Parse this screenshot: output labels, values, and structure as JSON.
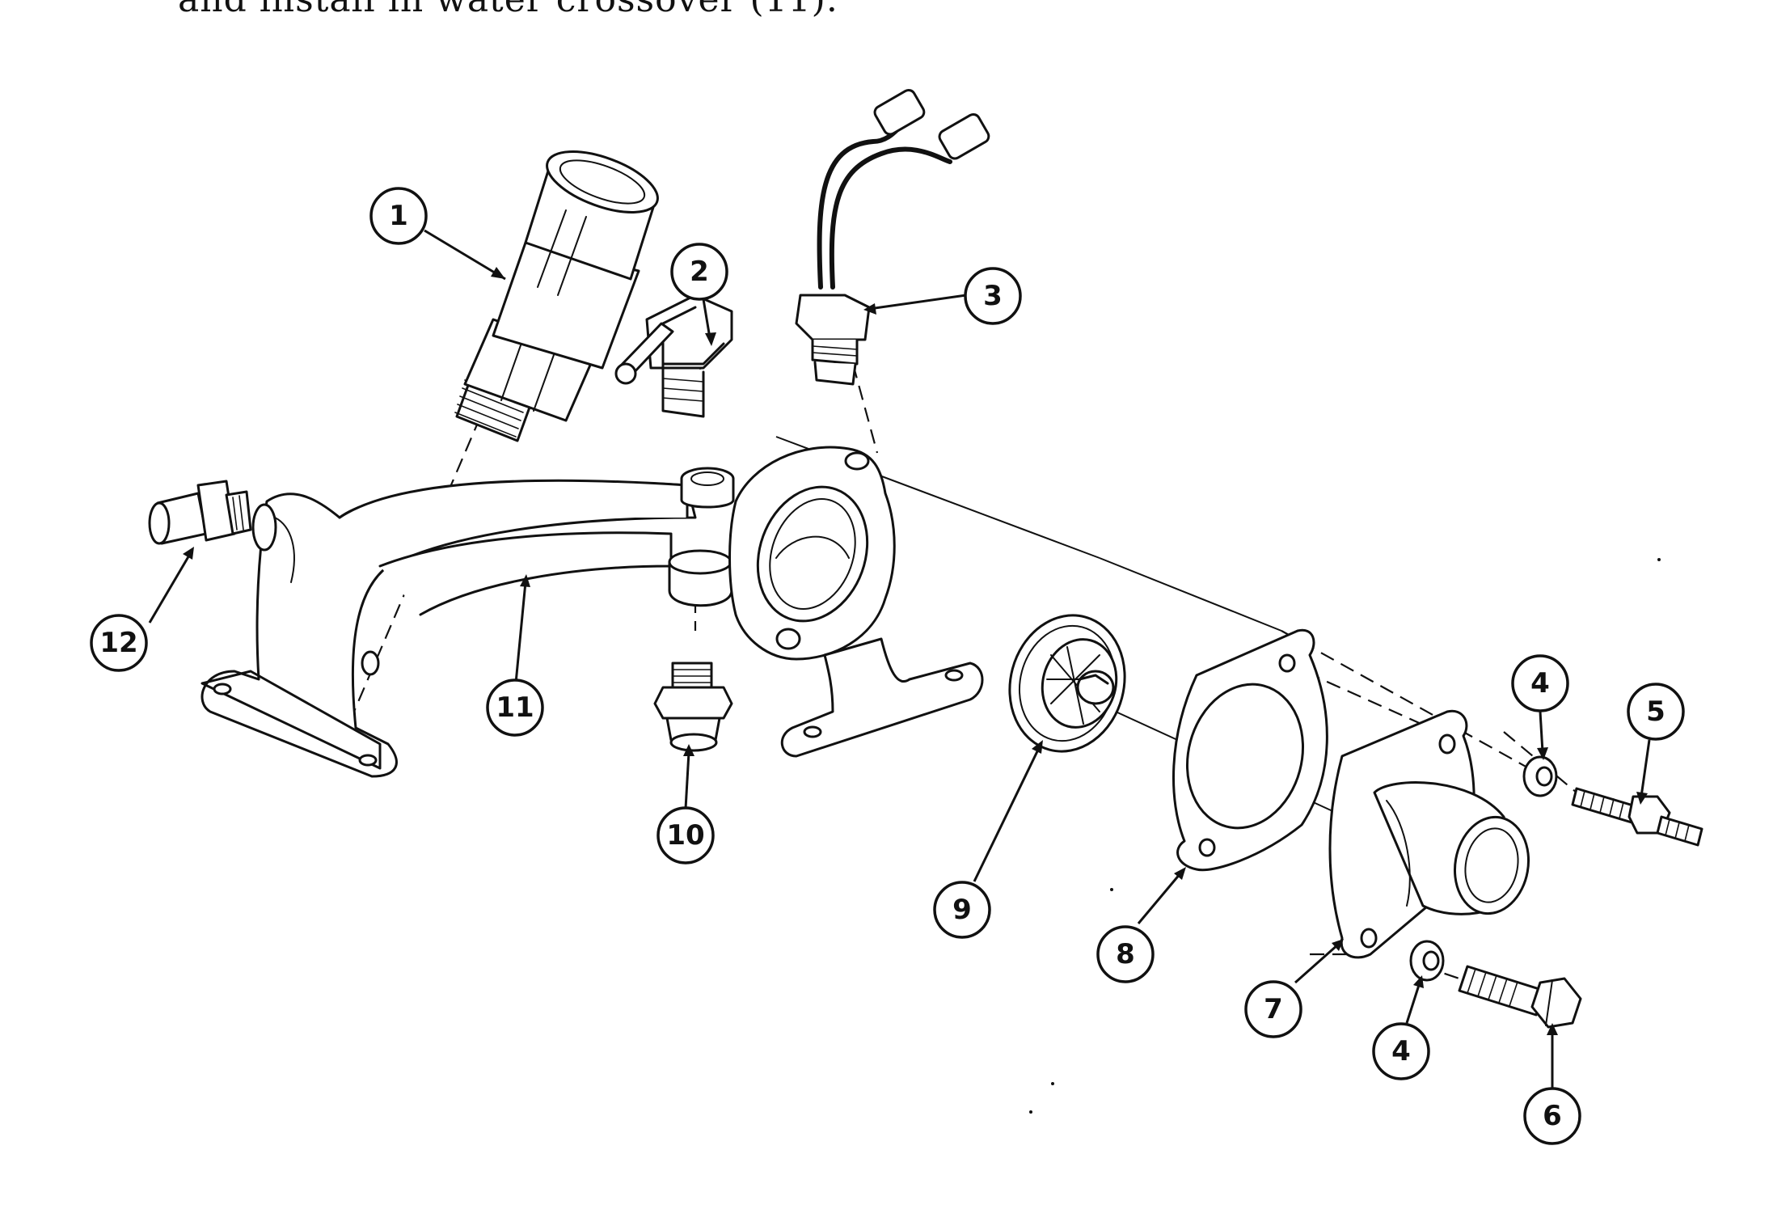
{
  "header_text": "and install in water crossover (11).",
  "callouts": [
    {
      "id": "c1",
      "label": "1"
    },
    {
      "id": "c2",
      "label": "2"
    },
    {
      "id": "c3",
      "label": "3"
    },
    {
      "id": "c4a",
      "label": "4"
    },
    {
      "id": "c4b",
      "label": "4"
    },
    {
      "id": "c5",
      "label": "5"
    },
    {
      "id": "c6",
      "label": "6"
    },
    {
      "id": "c7",
      "label": "7"
    },
    {
      "id": "c8",
      "label": "8"
    },
    {
      "id": "c9",
      "label": "9"
    },
    {
      "id": "c10",
      "label": "10"
    },
    {
      "id": "c11",
      "label": "11"
    },
    {
      "id": "c12",
      "label": "12"
    }
  ],
  "icons": {
    "fitting_1": "hose-fitting-icon",
    "elbow_2": "elbow-fitting-icon",
    "sensor_3": "temperature-sensor-icon",
    "washer_4": "washer-icon",
    "stud_5": "stud-icon",
    "bolt_6": "bolt-icon",
    "housing_7": "thermostat-housing-icon",
    "gasket_8": "gasket-icon",
    "thermostat_9": "thermostat-icon",
    "adapter_10": "adapter-icon",
    "crossover_11": "water-crossover-icon",
    "adapter_12": "adapter-icon"
  }
}
